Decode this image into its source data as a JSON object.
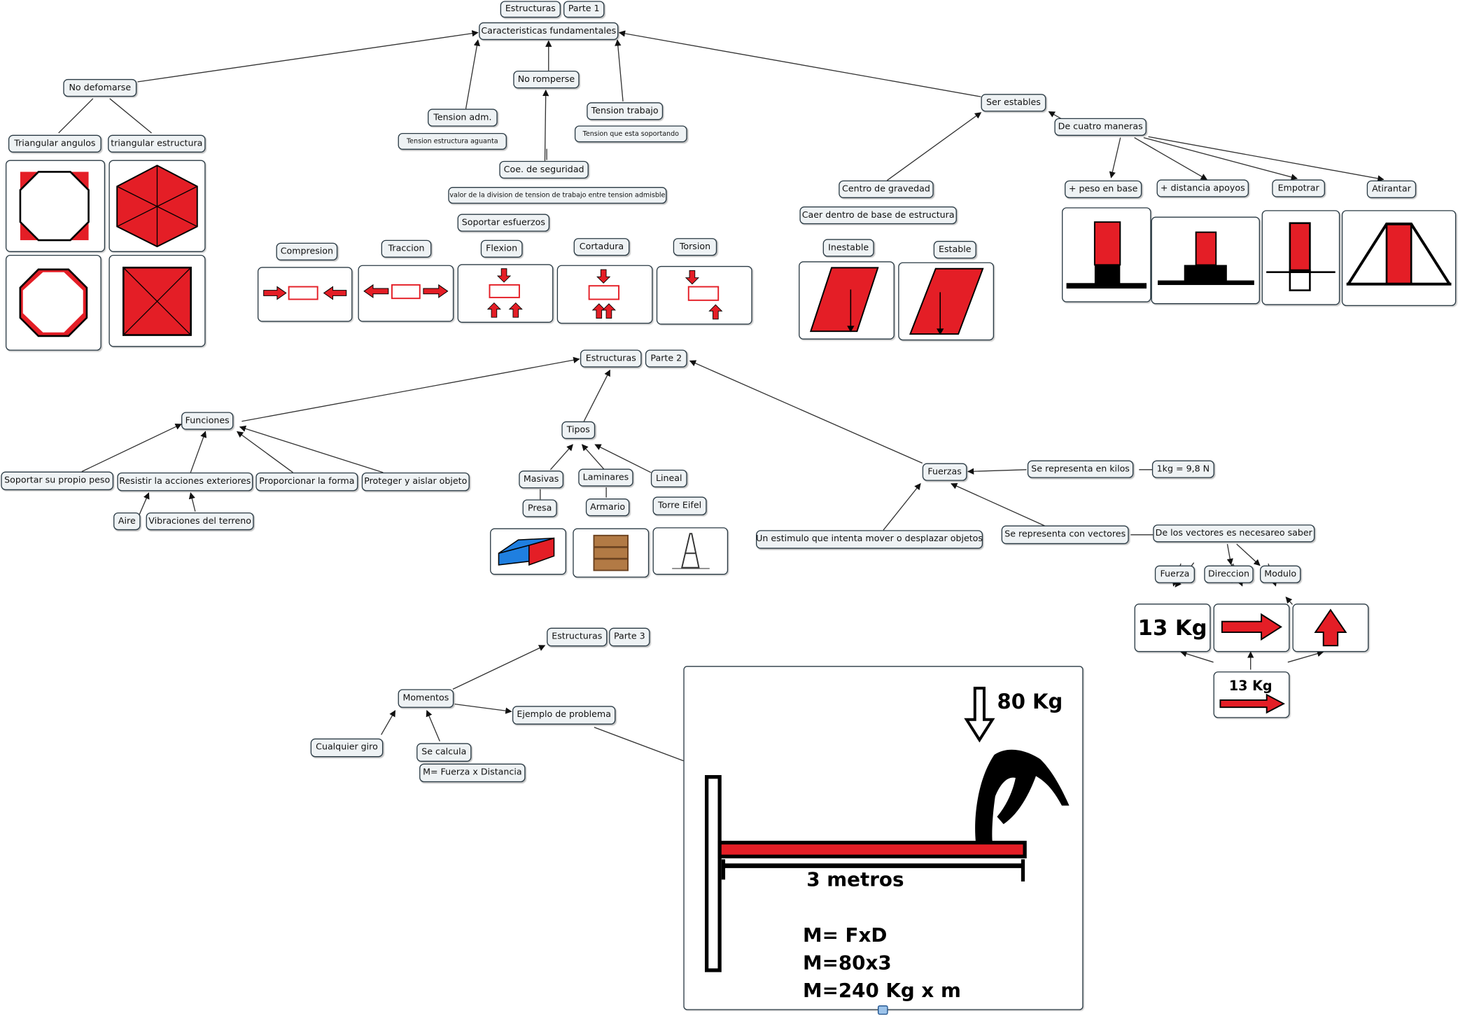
{
  "colors": {
    "accent_red": "#e41e26",
    "accent_blue": "#1f7fe0",
    "node_fill": "#eef2f4",
    "node_border": "#2a3a44"
  },
  "part1": {
    "title": "Estructuras",
    "badge": "Parte 1",
    "characteristics": "Caracteristicas fundamentales",
    "no_deformarse": "No defomarse",
    "triangular_angulos": "Triangular angulos",
    "triangular_estructura": "triangular estructura",
    "no_romperse": "No romperse",
    "tension_adm": "Tension adm.",
    "tension_adm_desc": "Tension estructura aguanta",
    "tension_trabajo": "Tension trabajo",
    "tension_trabajo_desc": "Tension que esta soportando",
    "coe_seguridad": "Coe. de seguridad",
    "coe_desc": "valor de la division de tension de trabajo entre tension admisble",
    "soportar_esfuerzos": "Soportar esfuerzos",
    "efforts": [
      "Compresion",
      "Traccion",
      "Flexion",
      "Cortadura",
      "Torsion"
    ],
    "ser_estables": "Ser estables",
    "de_cuatro_maneras": "De cuatro maneras",
    "ways": [
      "+ peso en base",
      "+ distancia apoyos",
      "Empotrar",
      "Atirantar"
    ],
    "centro_gravedad": "Centro de gravedad",
    "caer_dentro": "Caer dentro de base de estructura",
    "inestable": "Inestable",
    "estable": "Estable"
  },
  "part2": {
    "title": "Estructuras",
    "badge": "Parte 2",
    "funciones": "Funciones",
    "functions": [
      "Soportar su propio peso",
      "Resistir la acciones exteriores",
      "Proporcionar la forma",
      "Proteger y aislar objeto"
    ],
    "aire": "Aire",
    "vibraciones": "Vibraciones del terreno",
    "tipos": "Tipos",
    "masivas": "Masivas",
    "presa": "Presa",
    "laminares": "Laminares",
    "armario": "Armario",
    "lineal": "Lineal",
    "torre": "Torre Eifel",
    "fuerzas": "Fuerzas",
    "estimulo": "Un estimulo que intenta mover o desplazar objetos",
    "kilos": "Se representa en kilos",
    "kg_eq": "1kg = 9,8 N",
    "vectores": "Se representa con vectores",
    "vectores_saber": "De los vectores es necesareo saber",
    "vector_props": [
      "Fuerza",
      "Direccion",
      "Modulo"
    ],
    "kg13": "13 Kg"
  },
  "part3": {
    "title": "Estructuras",
    "badge": "Parte 3",
    "momentos": "Momentos",
    "cualquier_giro": "Cualquier giro",
    "se_calcula": "Se calcula",
    "formula": "M= Fuerza x Distancia",
    "ejemplo": "Ejemplo de problema",
    "example": {
      "load": "80 Kg",
      "length": "3 metros",
      "line1": "M= FxD",
      "line2": "M=80x3",
      "line3": "M=240 Kg x m"
    }
  }
}
